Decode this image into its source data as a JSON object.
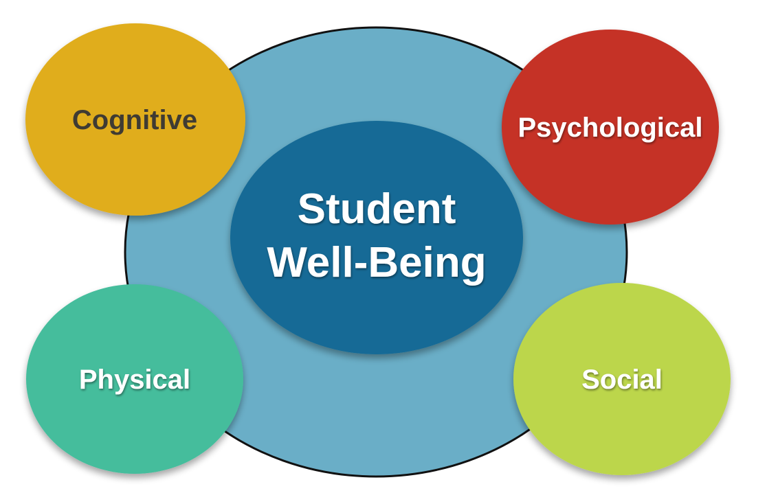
{
  "diagram": {
    "center": {
      "line1": "Student",
      "line2": "Well-Being"
    },
    "nodes": {
      "cognitive": "Cognitive",
      "psychological": "Psychological",
      "physical": "Physical",
      "social": "Social"
    }
  },
  "colors": {
    "outer_circle": "#6aaec7",
    "outer_stroke": "#111111",
    "center_circle": "#136a96",
    "cognitive": "#e0ad1f",
    "psychological": "#c53127",
    "physical": "#45bd9c",
    "social": "#bcd64b",
    "cognitive_text": "#3f3b33",
    "light_text": "#ffffff"
  }
}
